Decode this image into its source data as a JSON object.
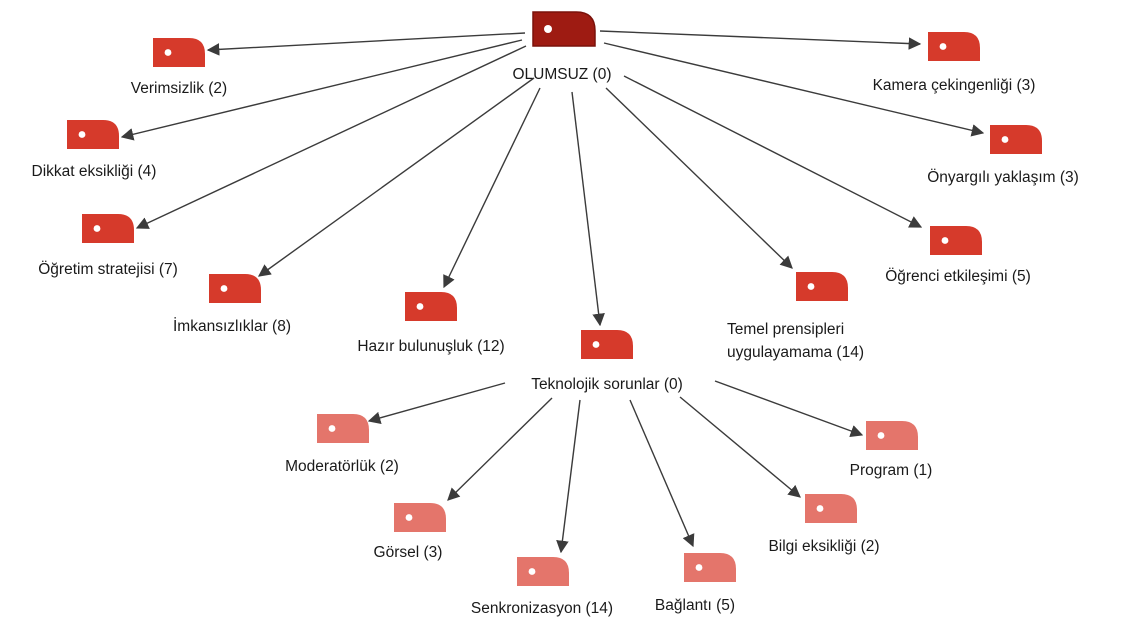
{
  "colors": {
    "root": "#9e1b12",
    "level1": "#d63a2b",
    "level2": "#e4756b",
    "edge": "#3b3b3b",
    "dot": "#ffffff"
  },
  "nodes": {
    "olumsuz": {
      "label": "OLUMSUZ (0)",
      "level": "root"
    },
    "verimsizlik": {
      "label": "Verimsizlik (2)",
      "level": "level1"
    },
    "dikkat": {
      "label": "Dikkat eksikliği (4)",
      "level": "level1"
    },
    "ogretim": {
      "label": "Öğretim stratejisi (7)",
      "level": "level1"
    },
    "imkansizliklar": {
      "label": "İmkansızlıklar (8)",
      "level": "level1"
    },
    "hazir": {
      "label": "Hazır bulunuşluk (12)",
      "level": "level1"
    },
    "teknolojik": {
      "label": "Teknolojik sorunlar (0)",
      "level": "level1"
    },
    "temel": {
      "label_line1": "Temel prensipleri",
      "label_line2": "uygulayamama (14)",
      "level": "level1"
    },
    "ogrenci": {
      "label": "Öğrenci etkileşimi (5)",
      "level": "level1"
    },
    "onyargili": {
      "label": "Önyargılı yaklaşım (3)",
      "level": "level1"
    },
    "kamera": {
      "label": "Kamera çekingenliği (3)",
      "level": "level1"
    },
    "moderatorluk": {
      "label": "Moderatörlük (2)",
      "level": "level2"
    },
    "gorsel": {
      "label": "Görsel (3)",
      "level": "level2"
    },
    "senkronizasyon": {
      "label": "Senkronizasyon (14)",
      "level": "level2"
    },
    "baglanti": {
      "label": "Bağlantı (5)",
      "level": "level2"
    },
    "bilgi": {
      "label": "Bilgi eksikliği (2)",
      "level": "level2"
    },
    "program": {
      "label": "Program (1)",
      "level": "level2"
    }
  },
  "edges": [
    [
      "olumsuz",
      "verimsizlik"
    ],
    [
      "olumsuz",
      "dikkat"
    ],
    [
      "olumsuz",
      "ogretim"
    ],
    [
      "olumsuz",
      "imkansizliklar"
    ],
    [
      "olumsuz",
      "hazir"
    ],
    [
      "olumsuz",
      "teknolojik"
    ],
    [
      "olumsuz",
      "temel"
    ],
    [
      "olumsuz",
      "ogrenci"
    ],
    [
      "olumsuz",
      "onyargili"
    ],
    [
      "olumsuz",
      "kamera"
    ],
    [
      "teknolojik",
      "moderatorluk"
    ],
    [
      "teknolojik",
      "gorsel"
    ],
    [
      "teknolojik",
      "senkronizasyon"
    ],
    [
      "teknolojik",
      "baglanti"
    ],
    [
      "teknolojik",
      "bilgi"
    ],
    [
      "teknolojik",
      "program"
    ]
  ]
}
